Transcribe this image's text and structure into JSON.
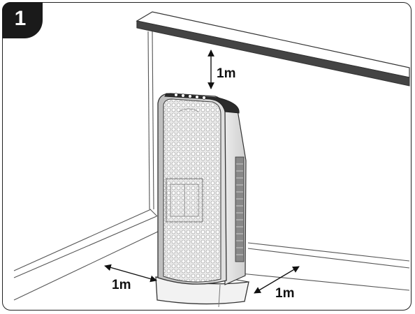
{
  "step": {
    "number": "1"
  },
  "clearances": {
    "top": "1m",
    "left": "1m",
    "right": "1m"
  }
}
